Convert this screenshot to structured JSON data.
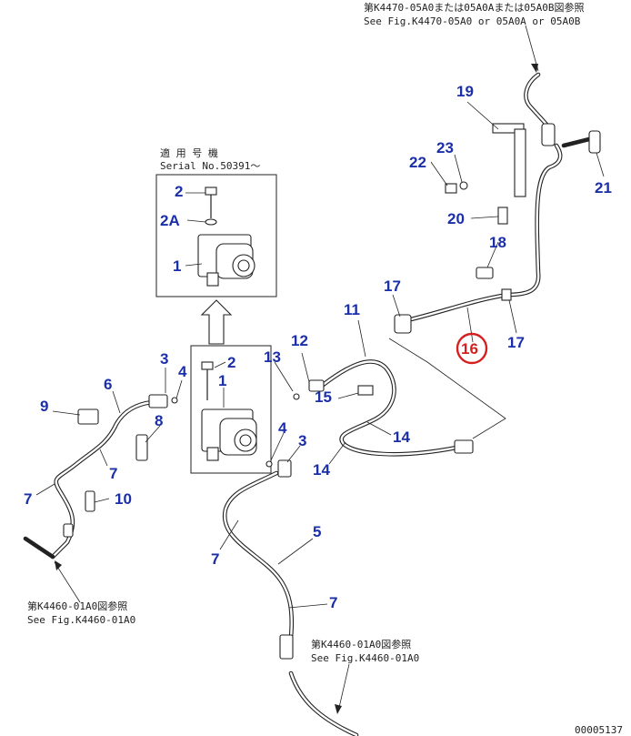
{
  "refs": {
    "top": {
      "jp": "第K4470-05A0または05A0Aまたは05A0B図参照",
      "en": "See Fig.K4470-05A0 or 05A0A or 05A0B"
    },
    "left": {
      "jp": "第K4460-01A0図参照",
      "en": "See Fig.K4460-01A0"
    },
    "bottom": {
      "jp": "第K4460-01A0図参照",
      "en": "See Fig.K4460-01A0"
    }
  },
  "serial": {
    "jp": "適 用 号 機",
    "en": "Serial No.50391～"
  },
  "drawing_number": "00005137",
  "colors": {
    "callout": "#1b2fa8",
    "highlight": "#d42020"
  },
  "callouts": {
    "c2_inset": {
      "label": "2"
    },
    "c2a_inset": {
      "label": "2A"
    },
    "c1_inset": {
      "label": "1"
    },
    "c2_main": {
      "label": "2"
    },
    "c1_main": {
      "label": "1"
    },
    "c3_left": {
      "label": "3"
    },
    "c4_left": {
      "label": "4"
    },
    "c6": {
      "label": "6"
    },
    "c9": {
      "label": "9"
    },
    "c8": {
      "label": "8"
    },
    "c7_a": {
      "label": "7"
    },
    "c7_b": {
      "label": "7"
    },
    "c10": {
      "label": "10"
    },
    "c13": {
      "label": "13"
    },
    "c12": {
      "label": "12"
    },
    "c4_right": {
      "label": "4"
    },
    "c3_right": {
      "label": "3"
    },
    "c11": {
      "label": "11"
    },
    "c15": {
      "label": "15"
    },
    "c14_a": {
      "label": "14"
    },
    "c14_b": {
      "label": "14"
    },
    "c17_a": {
      "label": "17"
    },
    "c17_b": {
      "label": "17"
    },
    "c18": {
      "label": "18"
    },
    "c19": {
      "label": "19"
    },
    "c20": {
      "label": "20"
    },
    "c21": {
      "label": "21"
    },
    "c22": {
      "label": "22"
    },
    "c23": {
      "label": "23"
    },
    "c5": {
      "label": "5"
    },
    "c7_c": {
      "label": "7"
    },
    "c7_d": {
      "label": "7"
    },
    "c16": {
      "label": "16"
    }
  }
}
